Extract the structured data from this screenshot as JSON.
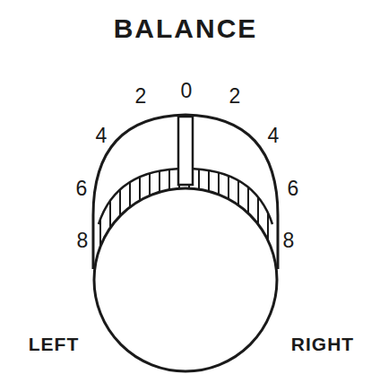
{
  "diagram": {
    "title": "BALANCE",
    "labels": [
      "2",
      "0",
      "2",
      "4",
      "4",
      "6",
      "6",
      "8",
      "8",
      "LEFT",
      "RIGHT"
    ]
  }
}
